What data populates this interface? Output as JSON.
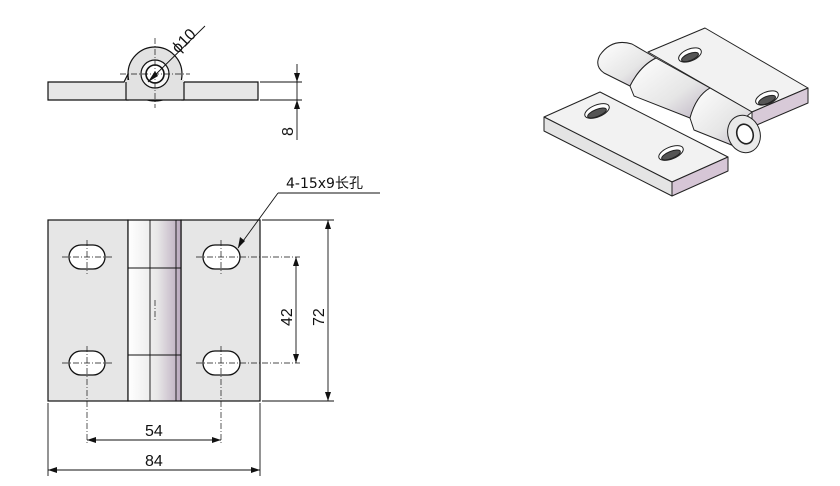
{
  "views": {
    "side": {
      "dim_diameter": "ϕ10",
      "dim_thickness": "8"
    },
    "front": {
      "dim_hole_spacing_vertical": "42",
      "dim_height": "72",
      "dim_hole_spacing_horizontal": "54",
      "dim_width": "84",
      "slot_note": "4-15x9长孔"
    }
  },
  "colors": {
    "line": "#111111",
    "part_fill_light": "#ececec",
    "part_fill_shade": "#c9bfc9",
    "iso_edge_tint": "#d9c8d9"
  }
}
